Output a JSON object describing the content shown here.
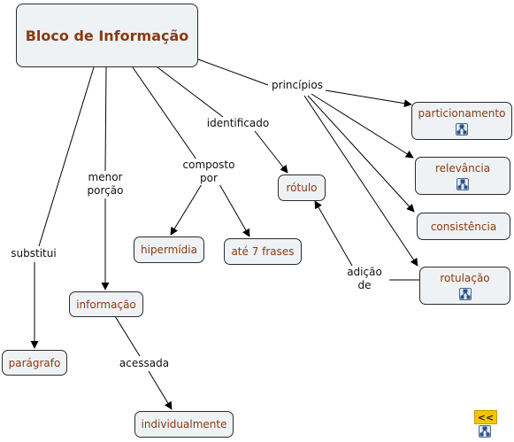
{
  "concepts": {
    "main": "Bloco de Informação",
    "particionamento": "particionamento",
    "relevancia": "relevância",
    "consistencia": "consistência",
    "rotulacao": "rotulação",
    "rotulo": "rótulo",
    "hipermidia": "hipermídia",
    "ate7frases": "até 7 frases",
    "informacao": "informação",
    "paragrafo": "parágrafo",
    "individualmente": "individualmente"
  },
  "links": {
    "principios": "princípios",
    "identificado": "identificado",
    "composto_l1": "composto",
    "composto_l2": "por",
    "menor_l1": "menor",
    "menor_l2": "porção",
    "substitui": "substitui",
    "acessada": "acessada",
    "adicao_l1": "adição",
    "adicao_l2": "de"
  },
  "icons": {
    "submap": "concept-map-icon",
    "nav": "back-arrow-icon"
  },
  "nav": {
    "back_label": "<<"
  },
  "colors": {
    "node_fill": "#eef2f4",
    "node_text": "#8a3a10",
    "nav_fill": "#f5c400"
  }
}
